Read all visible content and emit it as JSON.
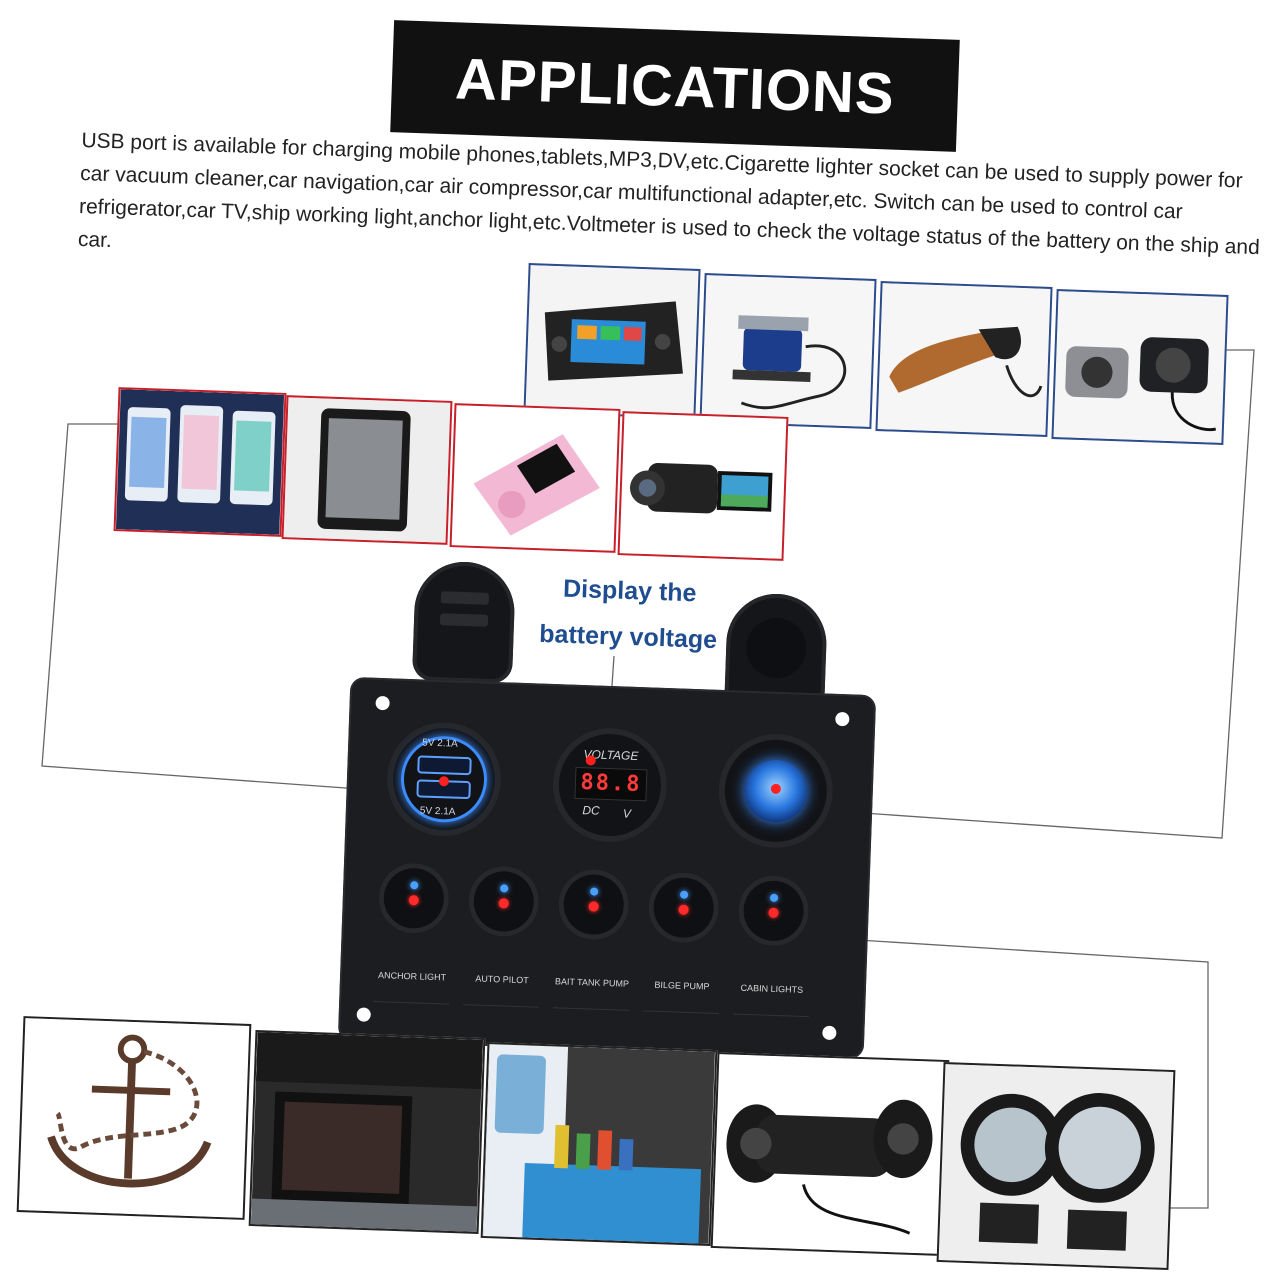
{
  "banner": {
    "title": "APPLICATIONS"
  },
  "intro": {
    "text": "USB port is available for charging mobile phones,tablets,MP3,DV,etc.Cigarette lighter socket can be used to supply power for car vacuum cleaner,car navigation,car air compressor,car multifunctional adapter,etc. Switch can be used to control car refrigerator,car TV,ship working light,anchor light,etc.Voltmeter is used to check the voltage status of the battery on the ship and car."
  },
  "callout": {
    "line1": "Display the",
    "line2": "battery voltage"
  },
  "panel": {
    "usb": {
      "top_label": "5V  2.1A",
      "bottom_label": "5V  2.1A"
    },
    "voltmeter": {
      "title": "VOLTAGE",
      "reading": "88.8",
      "unit_left": "DC",
      "unit_right": "V"
    },
    "switches": [
      {
        "label": "ANCHOR LIGHT"
      },
      {
        "label": "AUTO PILOT"
      },
      {
        "label": "BAIT TANK PUMP"
      },
      {
        "label": "BILGE PUMP"
      },
      {
        "label": "CABIN LIGHTS"
      }
    ]
  },
  "images": {
    "lighter_devices": [
      "car-navigation",
      "air-compressor",
      "car-vacuum",
      "multifunctional-adapter"
    ],
    "usb_devices": [
      "mobile-phones",
      "tablet",
      "mp3-player",
      "dv-camera"
    ],
    "switch_devices": [
      "anchor",
      "car-tv",
      "car-refrigerator",
      "speakers",
      "work-lights"
    ]
  },
  "colors": {
    "accent_blue": "#1f4d8f",
    "frame_blue": "#2c4c8c",
    "frame_red": "#c8202a",
    "led_red": "#ff2a2a",
    "led_blue": "#3c8cff",
    "panel": "#1c1d20"
  }
}
